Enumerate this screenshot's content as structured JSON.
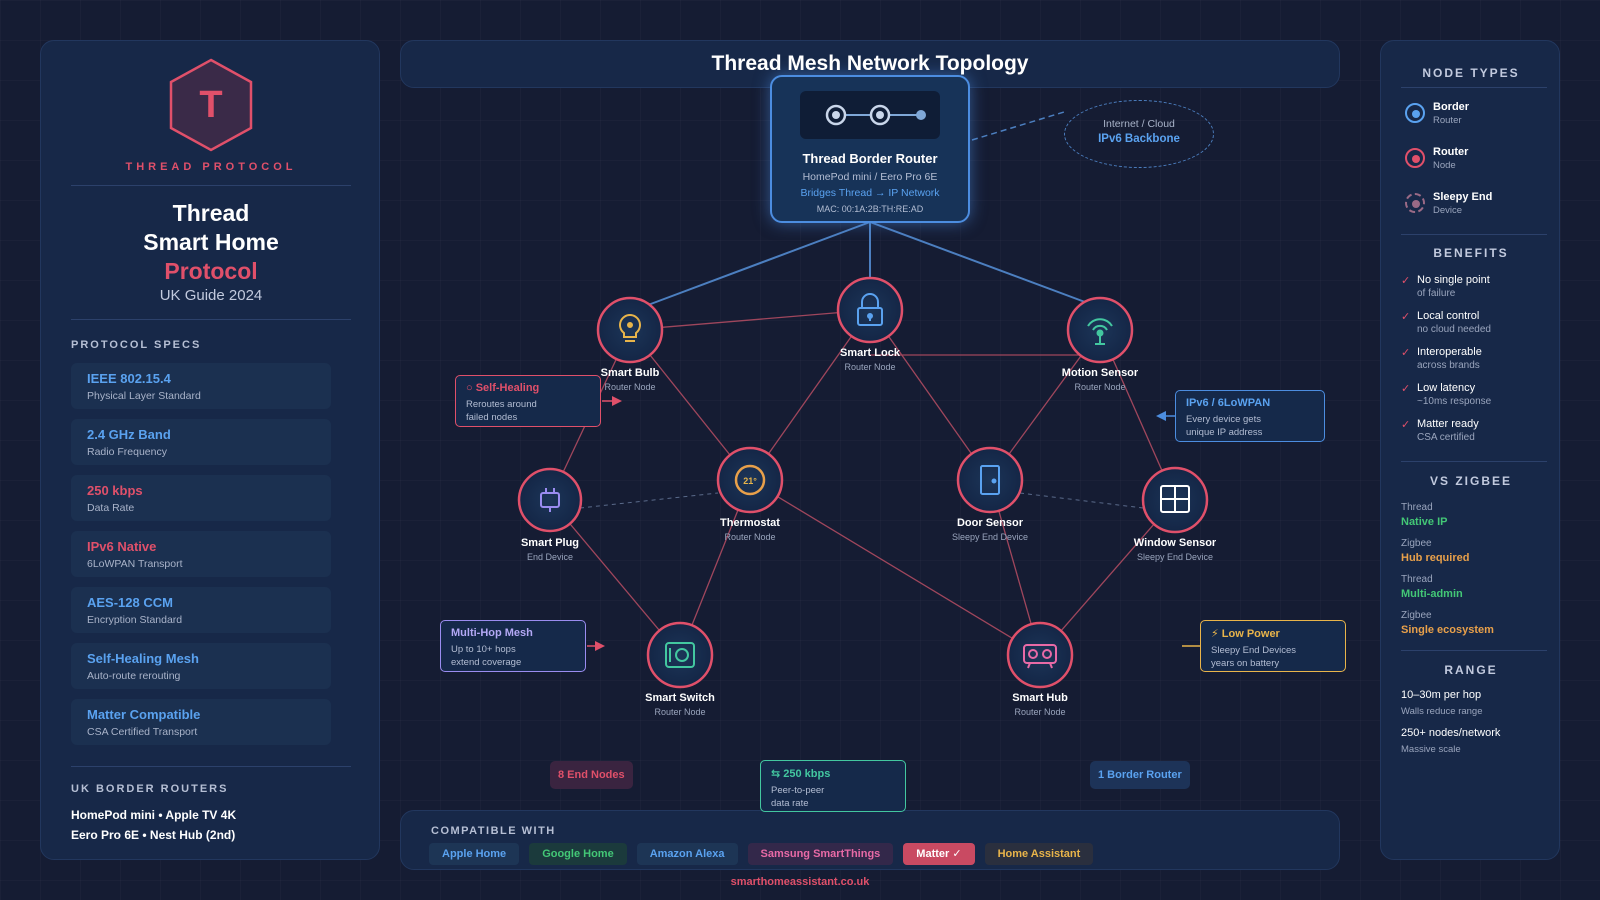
{
  "colors": {
    "accent_red": "#e0506a",
    "accent_blue": "#5aa2f0",
    "accent_green": "#43c776",
    "accent_amber": "#e8b44a",
    "accent_purple": "#9a8cf0"
  },
  "left": {
    "logo_letter": "T",
    "brand": "THREAD PROTOCOL",
    "title_line1": "Thread",
    "title_line2": "Smart Home",
    "title_line3": "Protocol",
    "subtitle": "UK Guide 2024",
    "specs_title": "PROTOCOL SPECS",
    "specs": [
      {
        "value": "IEEE 802.15.4",
        "label": "Physical Layer Standard",
        "color": "#5aa2f0"
      },
      {
        "value": "2.4 GHz Band",
        "label": "Radio Frequency",
        "color": "#5aa2f0"
      },
      {
        "value": "250 kbps",
        "label": "Data Rate",
        "color": "#e0506a"
      },
      {
        "value": "IPv6 Native",
        "label": "6LoWPAN Transport",
        "color": "#e0506a"
      },
      {
        "value": "AES-128 CCM",
        "label": "Encryption Standard",
        "color": "#5aa2f0"
      },
      {
        "value": "Self-Healing Mesh",
        "label": "Auto-route rerouting",
        "color": "#5aa2f0"
      },
      {
        "value": "Matter Compatible",
        "label": "CSA Certified Transport",
        "color": "#5aa2f0"
      }
    ],
    "uk_title": "UK BORDER ROUTERS",
    "uk_line1": "HomePod mini • Apple TV 4K",
    "uk_line2": "Eero Pro 6E • Nest Hub (2nd)"
  },
  "center": {
    "title": "Thread Mesh Network Topology",
    "border_router": {
      "title": "Thread Border Router",
      "devices": "HomePod mini / Eero Pro 6E",
      "bridge": "Bridges Thread → IP Network",
      "mac": "MAC: 00:1A:2B:TH:RE:AD"
    },
    "cloud": {
      "line1": "Internet / Cloud",
      "line2": "IPv6 Backbone"
    },
    "nodes": {
      "smart_bulb": {
        "name": "Smart Bulb",
        "type": "Router Node"
      },
      "smart_lock": {
        "name": "Smart Lock",
        "type": "Router Node"
      },
      "motion_sensor": {
        "name": "Motion Sensor",
        "type": "Router Node"
      },
      "smart_plug": {
        "name": "Smart Plug",
        "type": "End Device"
      },
      "thermostat": {
        "name": "Thermostat",
        "type": "Router Node",
        "reading": "21°"
      },
      "door_sensor": {
        "name": "Door Sensor",
        "type": "Sleepy End Device"
      },
      "window_sensor": {
        "name": "Window Sensor",
        "type": "Sleepy End Device"
      },
      "smart_switch": {
        "name": "Smart Switch",
        "type": "Router Node"
      },
      "smart_hub": {
        "name": "Smart Hub",
        "type": "Router Node"
      }
    },
    "callouts": {
      "self_healing": {
        "title": "○ Self-Healing",
        "line1": "Reroutes around",
        "line2": "failed nodes"
      },
      "ipv6": {
        "title": "IPv6 / 6LoWPAN",
        "line1": "Every device gets",
        "line2": "unique IP address"
      },
      "multihop": {
        "title": "Multi-Hop Mesh",
        "line1": "Up to 10+ hops",
        "line2": "extend coverage"
      },
      "low_power": {
        "title": "⚡ Low Power",
        "line1": "Sleepy End Devices",
        "line2": "years on battery"
      },
      "rate": {
        "title": "⇆ 250 kbps",
        "line1": "Peer-to-peer",
        "line2": "data rate"
      }
    },
    "end_nodes_tag": "8 End Nodes",
    "border_router_tag": "1 Border Router",
    "compat_title": "COMPATIBLE WITH",
    "compat": [
      {
        "label": "Apple Home",
        "color": "#5aa2f0"
      },
      {
        "label": "Google Home",
        "color": "#43c776"
      },
      {
        "label": "Amazon Alexa",
        "color": "#5aa2f0"
      },
      {
        "label": "Samsung SmartThings",
        "color": "#e86aa6"
      },
      {
        "label": "Matter ✓",
        "color": "#ffffff"
      },
      {
        "label": "Home Assistant",
        "color": "#e8b44a"
      }
    ],
    "footer": "smarthomeassistant.co.uk"
  },
  "right": {
    "node_types_title": "NODE TYPES",
    "node_types": [
      {
        "name": "Border",
        "sub": "Router"
      },
      {
        "name": "Router",
        "sub": "Node"
      },
      {
        "name": "Sleepy End",
        "sub": "Device"
      }
    ],
    "benefits_title": "BENEFITS",
    "benefits": [
      {
        "main": "No single point",
        "sub": "of failure"
      },
      {
        "main": "Local control",
        "sub": "no cloud needed"
      },
      {
        "main": "Interoperable",
        "sub": "across brands"
      },
      {
        "main": "Low latency",
        "sub": "~10ms response"
      },
      {
        "main": "Matter ready",
        "sub": "CSA certified"
      }
    ],
    "vs_title": "VS ZIGBEE",
    "vs": [
      {
        "label": "Thread",
        "value": "Native IP",
        "color": "#43c776"
      },
      {
        "label": "Zigbee",
        "value": "Hub required",
        "color": "#e8a04a"
      },
      {
        "label": "Thread",
        "value": "Multi-admin",
        "color": "#43c776"
      },
      {
        "label": "Zigbee",
        "value": "Single ecosystem",
        "color": "#e8a04a"
      }
    ],
    "range_title": "RANGE",
    "range": [
      {
        "main": "10–30m per hop",
        "sub": "Walls reduce range"
      },
      {
        "main": "250+ nodes/network",
        "sub": "Massive scale"
      }
    ]
  }
}
